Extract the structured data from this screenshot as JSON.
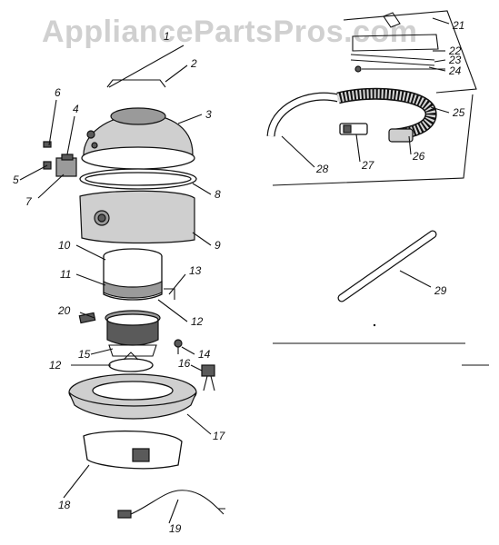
{
  "watermark": "AppliancePartsPros.com",
  "callouts": [
    "1",
    "2",
    "3",
    "4",
    "5",
    "6",
    "7",
    "8",
    "9",
    "10",
    "11",
    "12",
    "13",
    "14",
    "15",
    "16",
    "17",
    "18",
    "19",
    "20",
    "21",
    "22",
    "23",
    "24",
    "25",
    "26",
    "27",
    "28",
    "29"
  ],
  "colors": {
    "ink": "#111111",
    "paper": "#ffffff",
    "shade": "#9a9a9a",
    "watermark": "#d0d0d0"
  }
}
